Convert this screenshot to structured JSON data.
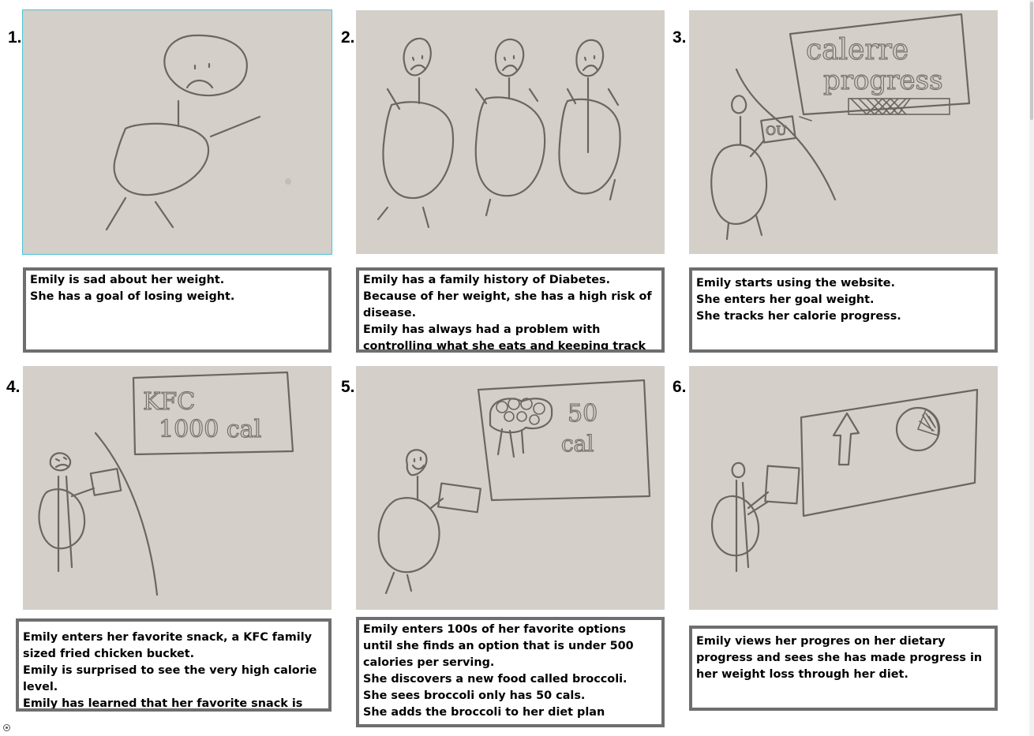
{
  "panels": [
    {
      "number": "1.",
      "caption": [
        "Emily is sad about her weight.",
        "She has a goal of losing weight."
      ]
    },
    {
      "number": "2.",
      "caption": [
        "Emily has a family history of Diabetes.",
        "Because of her weight, she has a high risk of disease.",
        "Emily has always had a problem with controlling what she eats and keeping track of her diet"
      ]
    },
    {
      "number": "3.",
      "caption": [
        "Emily starts using the website.",
        "She enters her goal weight.",
        "She tracks her calorie progress."
      ],
      "sketch_text": [
        "calerre",
        "progress"
      ]
    },
    {
      "number": "4.",
      "caption": [
        "Emily enters her favorite snack, a KFC family sized fried chicken bucket.",
        "Emily is surprised to see the very high calorie level.",
        "Emily has learned that her favorite snack is not a good choice."
      ],
      "sketch_text": [
        "KFC",
        "1000 cal"
      ]
    },
    {
      "number": "5.",
      "caption": [
        "Emily enters 100s of her favorite options until she finds an option that is under 500 calories per serving.",
        "She discovers a new food called broccoli.",
        "She sees broccoli only has 50 cals.",
        "She adds the broccoli to her diet plan"
      ],
      "sketch_text": [
        "50",
        "cal"
      ]
    },
    {
      "number": "6.",
      "caption": [
        "Emily views her progres on her dietary progress and sees she has made progress in her weight loss through her diet."
      ]
    }
  ],
  "icons": {
    "corner": "settings-circle-icon"
  },
  "colors": {
    "paper": "#d4cfc9",
    "ink": "#6a6661",
    "caption_border": "#6e6e6e",
    "selection": "#4fc3d9"
  }
}
